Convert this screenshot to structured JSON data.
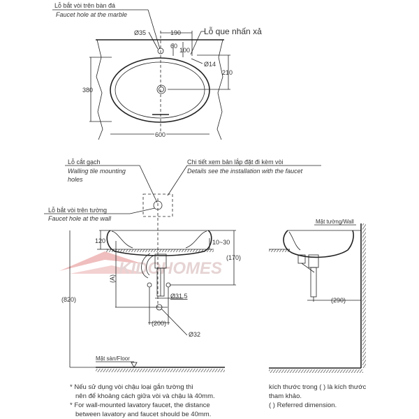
{
  "top_view": {
    "marble_hole_vi": "Lỗ bắt vòi trên bàn đá",
    "marble_hole_en": "Faucet hole at the marble",
    "overflow_label": "Lỗ que nhấn xả",
    "dims": {
      "d35": "Ø35",
      "d190": "190",
      "d60": "60",
      "d100": "100",
      "d14": "Ø14",
      "d210": "210",
      "d380": "380",
      "d600": "600"
    }
  },
  "front_view": {
    "tile_holes_vi": "Lỗ cắt gạch",
    "tile_holes_en_1": "Walling tile mounting",
    "tile_holes_en_2": "holes",
    "details_vi": "Chi tiết xem bản lắp đặt đi kèm vòi",
    "details_en": "Details see the installation with the faucet",
    "wall_hole_vi": "Lỗ bắt vòi trên tường",
    "wall_hole_en": "Faucet hole at the wall",
    "dims": {
      "d120": "120",
      "d10_30": "10~30",
      "d170": "(170)",
      "dA": "(A)",
      "d820": "(820)",
      "d31_5": "Ø31.5",
      "d200": "(200)",
      "d32": "Ø32"
    },
    "floor_label": "Mặt sàn/Floor"
  },
  "side_view": {
    "wall_label": "Mặt tường/Wall",
    "d290": "(290)"
  },
  "watermark": "KIDOHOMES",
  "notes": {
    "left_1": "* Nếu sử dụng vòi chậu loại gắn tường thì",
    "left_2": "nên để khoảng cách giữa vòi và chậu là 40mm.",
    "left_3": "* For wall-mounted lavatory faucet, the distance",
    "left_4": "between lavatory and faucet should be 40mm.",
    "right_1": "kích thước trong ( ) là kích thước",
    "right_2": "tham khảo.",
    "right_3": "( ) Referred dimension."
  }
}
